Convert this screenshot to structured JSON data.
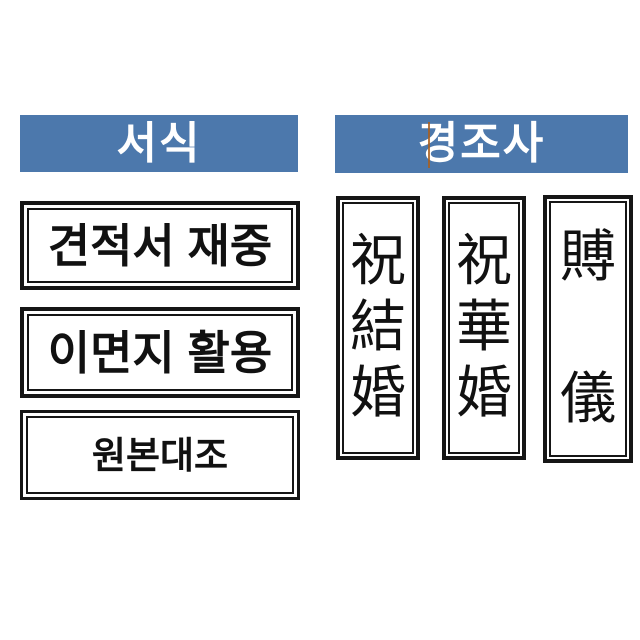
{
  "canvas": {
    "background": "#ffffff"
  },
  "colors": {
    "header_background": "#4c78ac",
    "header_text": "#ffffff",
    "card_border": "#161616",
    "label_text": "#111111",
    "artifact_line": "#a95f1e"
  },
  "left_section": {
    "header_label": "서식",
    "cards": [
      {
        "label": "견적서 재중"
      },
      {
        "label": "이면지 활용"
      },
      {
        "label": "원본대조"
      }
    ]
  },
  "right_section": {
    "header_label": "경조사",
    "stamps": [
      {
        "text": "祝結婚",
        "chars": [
          "祝",
          "結",
          "婚"
        ]
      },
      {
        "text": "祝華婚",
        "chars": [
          "祝",
          "華",
          "婚"
        ]
      },
      {
        "text": "賻儀",
        "chars": [
          "賻",
          "儀"
        ]
      }
    ]
  }
}
